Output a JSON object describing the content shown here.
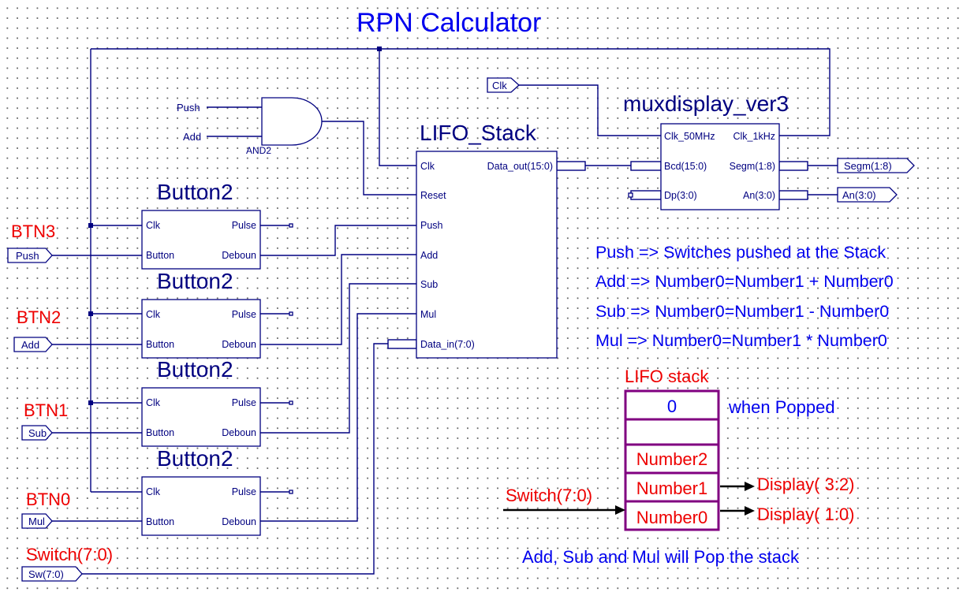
{
  "title": "RPN Calculator",
  "lifo_stack": {
    "title": "LIFO_Stack",
    "pins_left": [
      "Clk",
      "Reset",
      "Push",
      "Add",
      "Sub",
      "Mul",
      "Data_in(7:0)"
    ],
    "pin_right": "Data_out(15:0)"
  },
  "muxdisplay": {
    "title": "muxdisplay_ver3",
    "pins_left": [
      "Clk_50MHz",
      "Bcd(15:0)",
      "Dp(3:0)"
    ],
    "pins_right": [
      "Clk_1kHz",
      "Segm(1:8)",
      "An(3:0)"
    ]
  },
  "and_gate": {
    "label": "AND2",
    "inputs": [
      "Push",
      "Add"
    ]
  },
  "clk_port": "Clk",
  "output_ports": [
    "Segm(1:8)",
    "An(3:0)"
  ],
  "buttons": [
    {
      "title": "Button2",
      "label": "BTN3",
      "port": "Push",
      "pins": [
        "Clk",
        "Pulse",
        "Button",
        "Deboun"
      ]
    },
    {
      "title": "Button2",
      "label": "BTN2",
      "port": "Add",
      "pins": [
        "Clk",
        "Pulse",
        "Button",
        "Deboun"
      ]
    },
    {
      "title": "Button2",
      "label": "BTN1",
      "port": "Sub",
      "pins": [
        "Clk",
        "Pulse",
        "Button",
        "Deboun"
      ]
    },
    {
      "title": "Button2",
      "label": "BTN0",
      "port": "Mul",
      "pins": [
        "Clk",
        "Pulse",
        "Button",
        "Deboun"
      ]
    }
  ],
  "switch": {
    "label": "Switch(7:0)",
    "port": "Sw(7:0)"
  },
  "notes": [
    "Push => Switches pushed at the Stack",
    "Add => Number0=Number1 + Number0",
    "Sub => Number0=Number1 - Number0",
    "Mul => Number0=Number1 * Number0"
  ],
  "stack_diagram": {
    "title": "LIFO stack",
    "cells": [
      "0",
      "",
      "Number2",
      "Number1",
      "Number0"
    ],
    "popped_note": "when Popped",
    "switch_label": "Switch(7:0)",
    "display_labels": [
      "Display( 3:2)",
      "Display( 1:0)"
    ],
    "footer": "Add, Sub and Mul will Pop the stack"
  },
  "colors": {
    "wire": "#000080",
    "title": "#0000ee",
    "label": "#ee0000",
    "stack_border": "#800080"
  }
}
